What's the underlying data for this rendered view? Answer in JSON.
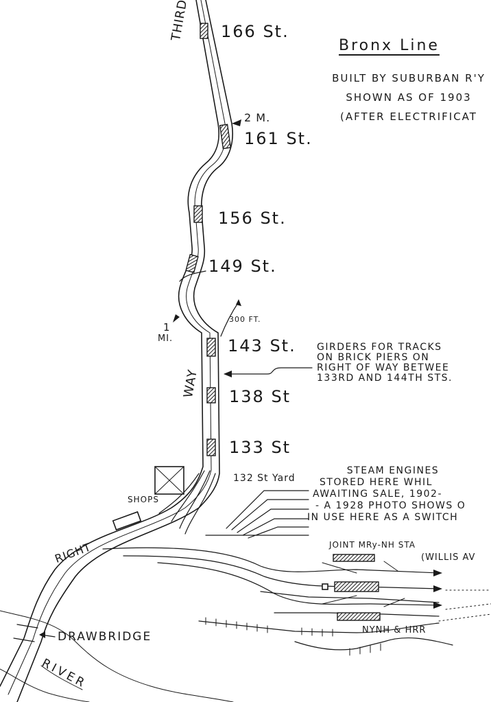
{
  "title": "Bronx Line",
  "subtitle": [
    "BUILT BY SUBURBAN R'Y",
    "SHOWN AS OF 1903",
    "(AFTER ELECTRIFICAT"
  ],
  "stations": {
    "s166": "166 St.",
    "s161": "161 St.",
    "s156": "156 St.",
    "s149": "149 St.",
    "s143": "143 St.",
    "s138": "138 St",
    "s133": "133 St",
    "yard": "132 St Yard"
  },
  "mileposts": {
    "m2": "2 M.",
    "m1_num": "1",
    "m1_unit": "MI.",
    "ft300": "300 FT."
  },
  "words": {
    "third": "THIRD",
    "way": "WAY",
    "right": "RIGHT",
    "shops": "SHOPS",
    "drawbridge": "DRAWBRIDGE",
    "river": "RIVER"
  },
  "notes": {
    "girders": [
      "GIRDERS FOR TRACKS",
      "ON BRICK PIERS ON",
      "RIGHT OF WAY BETWEE",
      "133RD AND 144TH STS."
    ],
    "steam": [
      "STEAM ENGINES",
      "STORED HERE WHIL",
      "AWAITING SALE, 1902-",
      "- A 1928 PHOTO SHOWS O",
      "IN USE HERE AS A SWITCH"
    ],
    "joint": [
      "JOINT MRy-NH STA",
      "(WILLIS AV"
    ],
    "nynh": "NYNH & HRR"
  },
  "colors": {
    "ink": "#1a1a1a",
    "paper": "#ffffff"
  }
}
